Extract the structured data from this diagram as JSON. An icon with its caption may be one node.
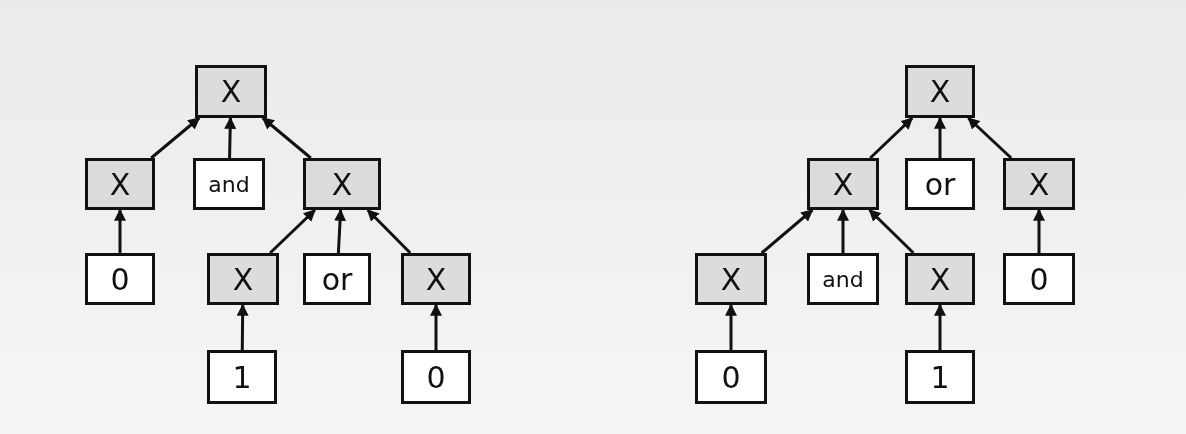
{
  "diagram": {
    "nodes": [
      {
        "text": [
          "X"
        ]
      },
      {
        "text": [
          "X"
        ]
      },
      {
        "text": [
          "and"
        ]
      },
      {
        "text": [
          "X"
        ]
      },
      {
        "text": [
          "0"
        ]
      },
      {
        "text": [
          "X"
        ]
      },
      {
        "text": [
          "or"
        ]
      },
      {
        "text": [
          "X"
        ]
      },
      {
        "text": [
          "1"
        ]
      },
      {
        "text": [
          "0"
        ]
      },
      {
        "text": [
          "X"
        ]
      },
      {
        "text": [
          "X"
        ]
      },
      {
        "text": [
          "or"
        ]
      },
      {
        "text": [
          "X"
        ]
      },
      {
        "text": [
          "X"
        ]
      },
      {
        "text": [
          "and"
        ]
      },
      {
        "text": [
          "X"
        ]
      },
      {
        "text": [
          "0"
        ]
      },
      {
        "text": [
          "0"
        ]
      },
      {
        "text": [
          "1"
        ]
      }
    ],
    "edges": [
      {
        "from": 1,
        "to": 0,
        "arrow": "to"
      },
      {
        "from": 2,
        "to": 0,
        "arrow": "to"
      },
      {
        "from": 3,
        "to": 0,
        "arrow": "to"
      },
      {
        "from": 4,
        "to": 1,
        "arrow": "to"
      },
      {
        "from": 5,
        "to": 3,
        "arrow": "to"
      },
      {
        "from": 6,
        "to": 3,
        "arrow": "to"
      },
      {
        "from": 7,
        "to": 3,
        "arrow": "to"
      },
      {
        "from": 8,
        "to": 5,
        "arrow": "to"
      },
      {
        "from": 9,
        "to": 7,
        "arrow": "to"
      },
      {
        "from": 11,
        "to": 10,
        "arrow": "to"
      },
      {
        "from": 12,
        "to": 10,
        "arrow": "to"
      },
      {
        "from": 13,
        "to": 10,
        "arrow": "to"
      },
      {
        "from": 14,
        "to": 11,
        "arrow": "to"
      },
      {
        "from": 15,
        "to": 11,
        "arrow": "to"
      },
      {
        "from": 16,
        "to": 11,
        "arrow": "to"
      },
      {
        "from": 17,
        "to": 13,
        "arrow": "to"
      },
      {
        "from": 18,
        "to": 14,
        "arrow": "to"
      },
      {
        "from": 19,
        "to": 16,
        "arrow": "to"
      }
    ]
  }
}
